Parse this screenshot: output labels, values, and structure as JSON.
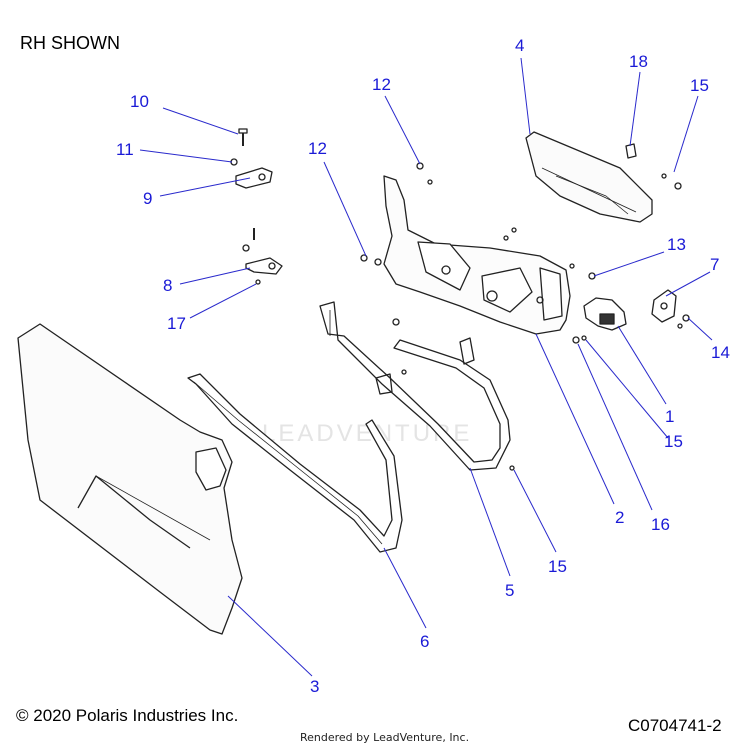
{
  "header": {
    "title": "RH SHOWN"
  },
  "footer": {
    "copyright": "© 2020 Polaris Industries Inc.",
    "figure_id": "C0704741-2",
    "rendered_by": "Rendered by LeadVenture, Inc."
  },
  "watermark": "LEADVENTURE",
  "colors": {
    "callout_text": "#1a1ad6",
    "leader_line": "#2a2acc",
    "line_art": "#222222"
  },
  "callouts": {
    "c1": "1",
    "c2": "2",
    "c3": "3",
    "c4": "4",
    "c5": "5",
    "c6": "6",
    "c7": "7",
    "c8": "8",
    "c9": "9",
    "c10": "10",
    "c11": "11",
    "c12a": "12",
    "c12b": "12",
    "c13": "13",
    "c14": "14",
    "c15a": "15",
    "c15b": "15",
    "c15c": "15",
    "c16": "16",
    "c17": "17",
    "c18": "18"
  }
}
